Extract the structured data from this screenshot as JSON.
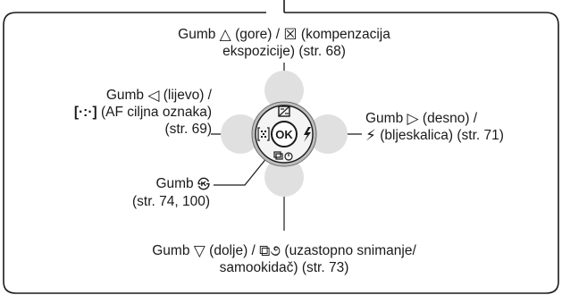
{
  "colors": {
    "frame": "#1a1a1a",
    "dial_light": "#e3e3e3",
    "dial_mid": "#bdbdbd",
    "dial_dark": "#6e6e6e",
    "text": "#1a1a1a"
  },
  "dial": {
    "center_label": "OK",
    "top_icon": "exposure-compensation-icon",
    "right_icon": "flash-icon",
    "bottom_icon": "sequential-self-timer-icon",
    "left_icon": "af-target-icon"
  },
  "labels": {
    "up": {
      "icon": "up-triangle-icon",
      "prefix": "Gumb",
      "glyph": "△",
      "middle": "(gore) /",
      "glyph2": "☒",
      "suffix": "(kompenzacija",
      "line2": "ekspozicije) (str. 68)"
    },
    "left": {
      "icon": "left-triangle-icon",
      "prefix": "Gumb",
      "glyph": "◁",
      "suffix": "(lijevo) /",
      "line2_glyph": "[·:·]",
      "line2": "(AF ciljna oznaka)",
      "line3": "(str. 69)"
    },
    "right": {
      "icon": "right-triangle-icon",
      "prefix": "Gumb",
      "glyph": "▷",
      "suffix": "(desno) /",
      "line2_glyph": "⚡",
      "line2": "(bljeskalica) (str. 71)"
    },
    "ok": {
      "prefix": "Gumb",
      "glyph": "㉿",
      "line2": "(str. 74, 100)"
    },
    "down": {
      "icon": "down-triangle-icon",
      "prefix": "Gumb",
      "glyph": "▽",
      "middle": "(dolje) /",
      "glyph2": "⧉૭",
      "suffix": "(uzastopno snimanje/",
      "line2": "samookidač) (str. 73)"
    }
  }
}
